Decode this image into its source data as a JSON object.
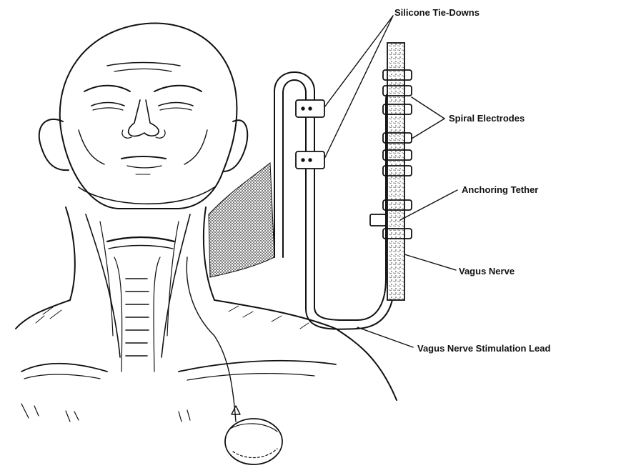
{
  "callouts": {
    "silicone_tie_downs": "Silicone Tie-Downs",
    "spiral_electrodes": "Spiral Electrodes",
    "anchoring_tether": "Anchoring Tether",
    "vagus_nerve": "Vagus Nerve",
    "stimulation_lead": "Vagus Nerve Stimulation Lead"
  },
  "colors": {
    "ink": "#111111",
    "background": "#ffffff",
    "shading": "#3a3a3a"
  }
}
